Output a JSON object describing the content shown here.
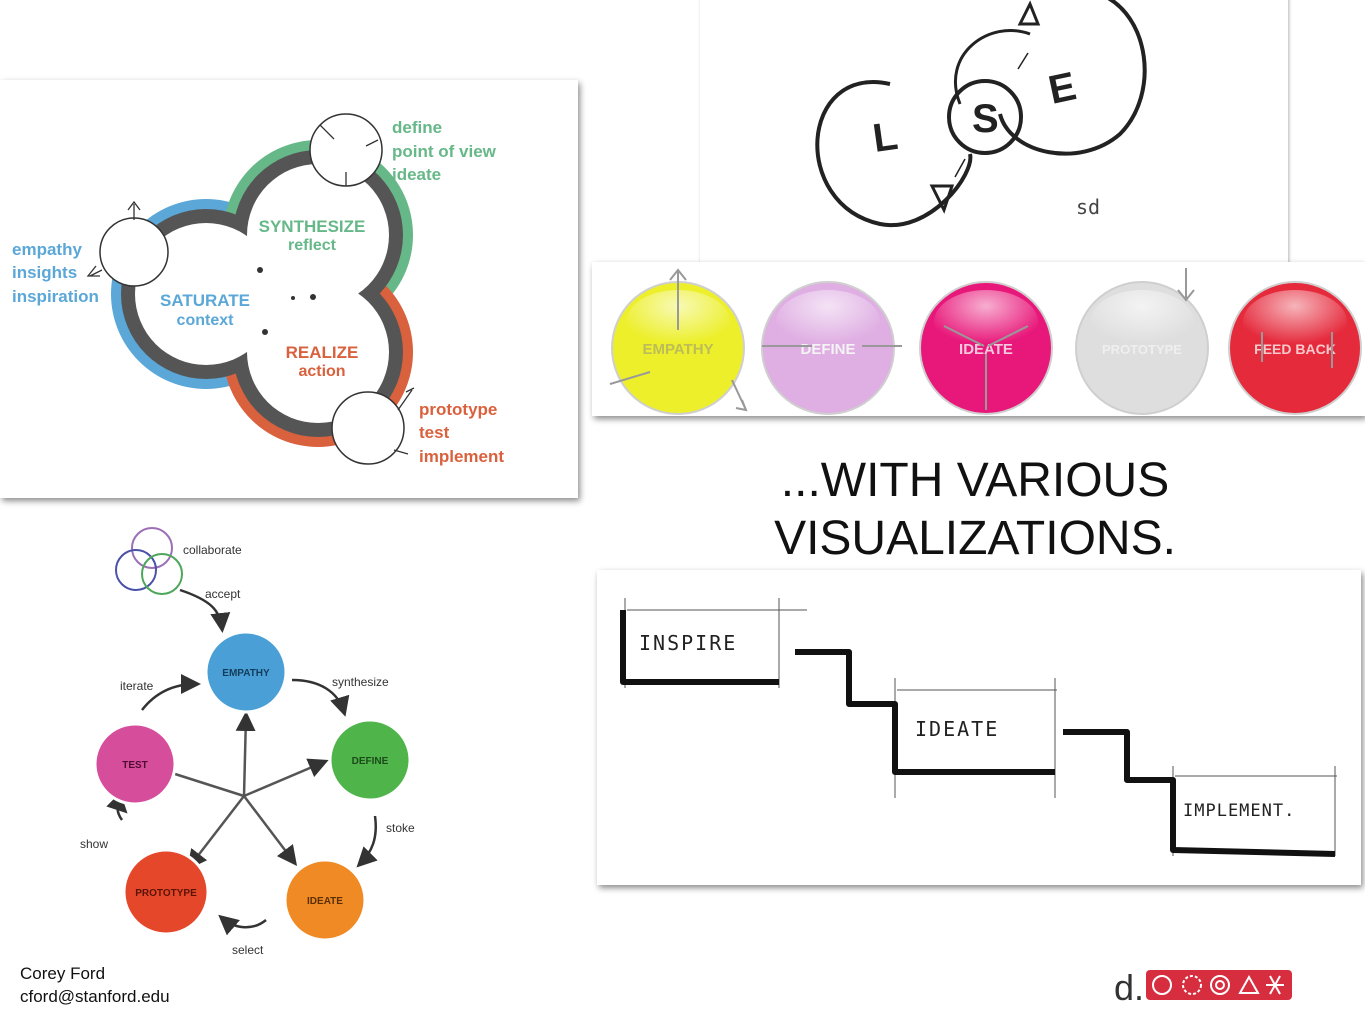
{
  "headline": {
    "line1": "...WITH VARIOUS",
    "line2": "VISUALIZATIONS."
  },
  "author": {
    "name": "Corey Ford",
    "email": "cford@stanford.edu"
  },
  "logo": {
    "text": "d."
  },
  "diagram_cloud": {
    "synthesize": "SYNTHESIZE",
    "reflect": "reflect",
    "saturate": "SATURATE",
    "context": "context",
    "realize": "REALIZE",
    "action": "action",
    "left_labels": [
      "empathy",
      "insights",
      "inspiration"
    ],
    "top_labels": [
      "define",
      "point of view",
      "ideate"
    ],
    "bottom_labels": [
      "prototype",
      "test",
      "implement"
    ],
    "colors": {
      "blue": "#5aa7d8",
      "green": "#67b889",
      "orange": "#d9613d",
      "core": "#555555"
    }
  },
  "diagram_lse": {
    "letters": [
      "L",
      "S",
      "E"
    ],
    "signature": "sd"
  },
  "diagram_bubbles": {
    "items": [
      {
        "label": "EMPATHY",
        "color": "#ecef2a"
      },
      {
        "label": "DEFINE",
        "color": "#dfaee3"
      },
      {
        "label": "IDEATE",
        "color": "#e8187a"
      },
      {
        "label": "PROTOTYPE",
        "color": "#dedede"
      },
      {
        "label": "FEED BACK",
        "color": "#e52a3c"
      }
    ]
  },
  "diagram_cycle": {
    "collaborate": "collaborate",
    "accept": "accept",
    "nodes": [
      {
        "label": "EMPATHY",
        "color": "#4aa0d6"
      },
      {
        "label": "DEFINE",
        "color": "#4fb54a"
      },
      {
        "label": "IDEATE",
        "color": "#ef8a25"
      },
      {
        "label": "PROTOTYPE",
        "color": "#e5472a"
      },
      {
        "label": "TEST",
        "color": "#d64d9c"
      }
    ],
    "edges": [
      "synthesize",
      "stoke",
      "select",
      "show",
      "iterate"
    ]
  },
  "diagram_steps": {
    "steps": [
      "INSPIRE",
      "IDEATE",
      "IMPLEMENT."
    ]
  }
}
